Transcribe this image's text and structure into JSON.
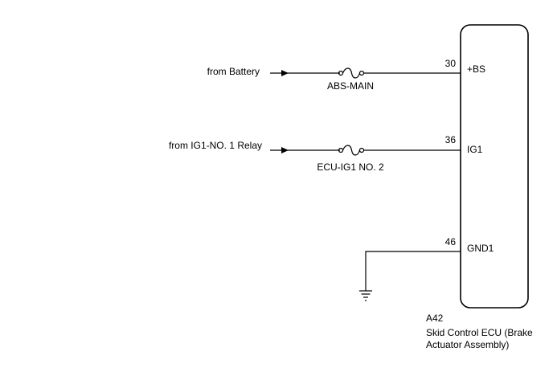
{
  "inputs": {
    "battery": {
      "source_label": "from Battery",
      "fuse_label": "ABS-MAIN",
      "pin_number": "30",
      "pin_name": "+BS"
    },
    "ig1": {
      "source_label": "from IG1-NO. 1 Relay",
      "fuse_label": "ECU-IG1 NO. 2",
      "pin_number": "36",
      "pin_name": "IG1"
    },
    "ground": {
      "pin_number": "46",
      "pin_name": "GND1"
    }
  },
  "ecu": {
    "connector_code": "A42",
    "name_line1": "Skid Control ECU (Brake",
    "name_line2": "Actuator Assembly)"
  },
  "colors": {
    "line": "#000000",
    "background": "#ffffff"
  }
}
